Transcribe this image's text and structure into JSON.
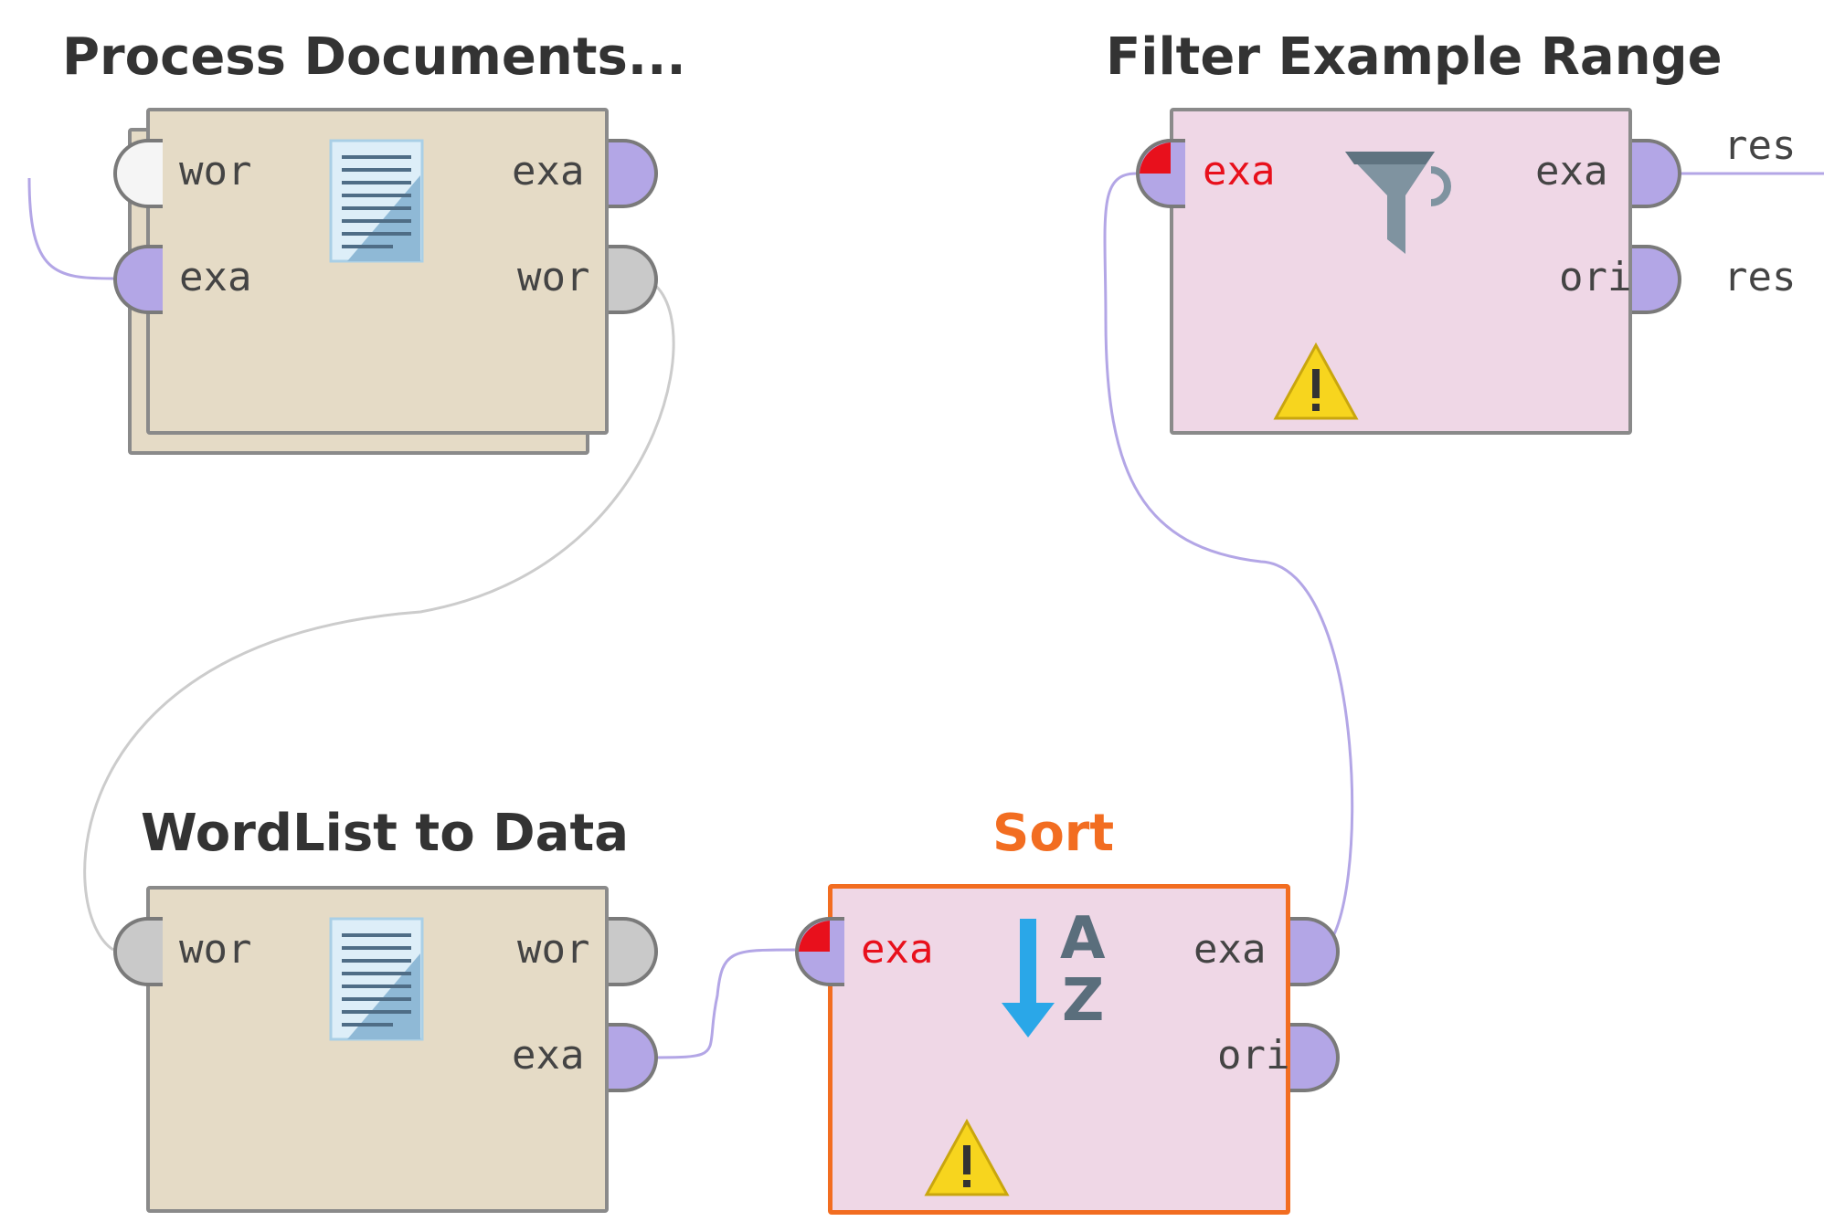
{
  "operators": {
    "process_documents": {
      "title": "Process Documents...",
      "in_ports": [
        "wor",
        "exa"
      ],
      "out_ports": [
        "exa",
        "wor"
      ]
    },
    "filter_example_range": {
      "title": "Filter Example Range",
      "in_ports": [
        "exa"
      ],
      "out_ports": [
        "exa",
        "ori"
      ]
    },
    "wordlist_to_data": {
      "title": "WordList to Data",
      "in_ports": [
        "wor"
      ],
      "out_ports": [
        "wor",
        "exa"
      ]
    },
    "sort": {
      "title": "Sort",
      "in_ports": [
        "exa"
      ],
      "out_ports": [
        "exa",
        "ori"
      ],
      "icon_letters": [
        "A",
        "Z"
      ]
    }
  },
  "result_ports": [
    "res",
    "res"
  ],
  "colors": {
    "selected_accent": "#f26d21",
    "error_text": "#e8101c",
    "example_port": "#b3a6e6",
    "wordlist_port": "#c9c9c9",
    "tan_operator": "#e5dbc6",
    "pink_operator": "#efd7e6",
    "warning": "#f7d51e"
  },
  "icons": [
    "document-icon",
    "funnel-icon",
    "sort-az-icon",
    "warning-icon"
  ]
}
